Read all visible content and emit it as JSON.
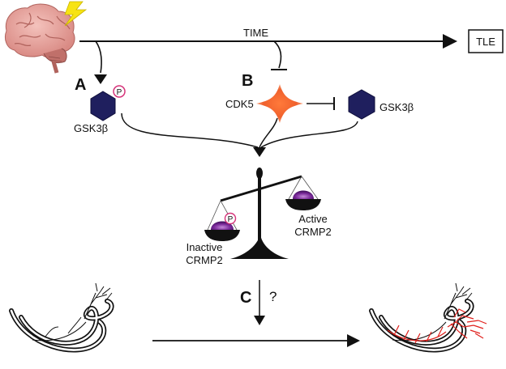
{
  "timeline": {
    "label": "TIME",
    "end_box": "TLE"
  },
  "panels": {
    "a": "A",
    "b": "B",
    "c": "C"
  },
  "molecules": {
    "gsk_left": "GSK3β",
    "gsk_right": "GSK3β",
    "cdk5": "CDK5",
    "phospho": "P",
    "phospho_crmp": "P"
  },
  "balance": {
    "inactive_line1": "Inactive",
    "inactive_line2": "CRMP2",
    "active_line1": "Active",
    "active_line2": "CRMP2"
  },
  "question": "?",
  "colors": {
    "gsk": "#1f1f5e",
    "cdk5": "#f0612d",
    "crmp": "#7a2a9a",
    "phospho_ring": "#d6337a",
    "sprout": "#e0201c",
    "brain": "#e8a6a0"
  },
  "icons": [
    "brain-icon",
    "lightning-icon",
    "hippocampus-icon",
    "balance-scale-icon"
  ]
}
